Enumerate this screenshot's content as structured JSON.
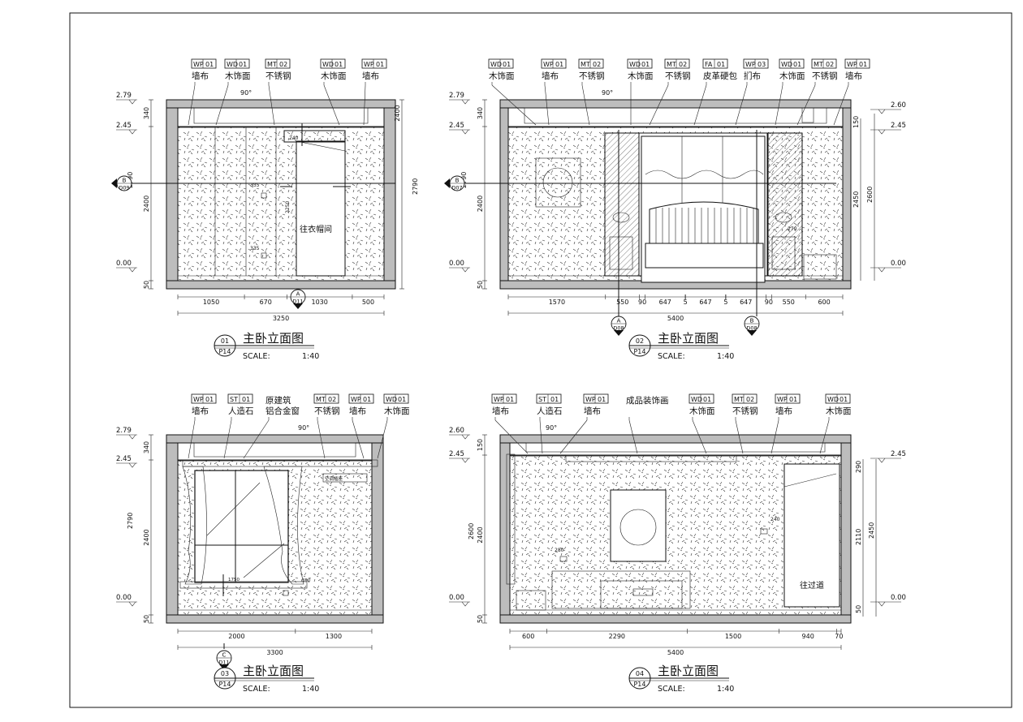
{
  "sheet": {
    "accent": "#111111",
    "wall_fill": "#bdbdbd"
  },
  "views": [
    {
      "id": "v1",
      "tags": [
        {
          "code": "WP",
          "num": "01",
          "label": "墙布"
        },
        {
          "code": "WD",
          "num": "01",
          "label": "木饰面"
        },
        {
          "code": "MT",
          "num": "02",
          "label": "不锈钢"
        },
        {
          "code": "WD",
          "num": "01",
          "label": "木饰面"
        },
        {
          "code": "WP",
          "num": "01",
          "label": "墙布"
        }
      ],
      "levels": [
        "2.79",
        "2.45",
        "0.00"
      ],
      "left_dims": [
        "340",
        "2400",
        "50"
      ],
      "inner_dims": [
        "2790"
      ],
      "right_dims": [
        "2400",
        "2790",
        "340",
        "50"
      ],
      "bottom_dims": [
        "1050",
        "670",
        "1030",
        "500"
      ],
      "total": "3250",
      "angle": "90°",
      "notes": [
        "往衣帽间",
        "2250",
        "240",
        "335",
        "335"
      ],
      "section_left": {
        "letter": "B",
        "sheet": "D09"
      },
      "section_bottom": {
        "letter": "A",
        "sheet": "D11"
      },
      "title": {
        "num": "01",
        "page": "P14",
        "name": "主卧立面图",
        "scale_label": "SCALE:",
        "scale": "1:40"
      }
    },
    {
      "id": "v2",
      "tags": [
        {
          "code": "WD",
          "num": "01",
          "label": "木饰面"
        },
        {
          "code": "WP",
          "num": "01",
          "label": "墙布"
        },
        {
          "code": "MT",
          "num": "02",
          "label": "不锈钢"
        },
        {
          "code": "WD",
          "num": "01",
          "label": "木饰面"
        },
        {
          "code": "MT",
          "num": "02",
          "label": "不锈钢"
        },
        {
          "code": "FA",
          "num": "01",
          "label": "皮革硬包"
        },
        {
          "code": "WP",
          "num": "03",
          "label": "扪布"
        },
        {
          "code": "WD",
          "num": "01",
          "label": "木饰面"
        },
        {
          "code": "MT",
          "num": "02",
          "label": "不锈钢"
        },
        {
          "code": "WP",
          "num": "01",
          "label": "墙布"
        }
      ],
      "levels": [
        "2.79",
        "2.45",
        "0.00"
      ],
      "right_levels": [
        "2.60",
        "2.45",
        "0.00"
      ],
      "left_dims": [
        "340",
        "2400",
        "50"
      ],
      "inner_dims": [
        "2790"
      ],
      "right_dims": [
        "150",
        "2450",
        "2600"
      ],
      "bottom_dims": [
        "1570",
        "550",
        "90",
        "647",
        "5",
        "647",
        "5",
        "647",
        "90",
        "550",
        "600"
      ],
      "total": "5400",
      "angle": "90°",
      "notes": [
        "270"
      ],
      "section_left": {
        "letter": "B",
        "sheet": "D07"
      },
      "section_bottom": [
        {
          "letter": "A",
          "sheet": "D08"
        },
        {
          "letter": "B",
          "sheet": "D08"
        }
      ],
      "title": {
        "num": "02",
        "page": "P14",
        "name": "主卧立面图",
        "scale_label": "SCALE:",
        "scale": "1:40"
      }
    },
    {
      "id": "v3",
      "tags": [
        {
          "code": "WP",
          "num": "01",
          "label": "墙布"
        },
        {
          "code": "ST",
          "num": "01",
          "label": "人造石"
        },
        {
          "code": "",
          "num": "",
          "label": "原建筑 铝合金窗"
        },
        {
          "code": "MT",
          "num": "02",
          "label": "不锈钢"
        },
        {
          "code": "WP",
          "num": "01",
          "label": "墙布"
        },
        {
          "code": "WD",
          "num": "01",
          "label": "木饰面"
        }
      ],
      "levels": [
        "2.79",
        "2.45",
        "0.00"
      ],
      "left_dims": [
        "340",
        "2790",
        "2400",
        "50"
      ],
      "bottom_dims": [
        "2000",
        "1300"
      ],
      "total": "3300",
      "angle": "90°",
      "notes": [
        "空调插座",
        "1750",
        "350"
      ],
      "section_bottom": {
        "letter": "C",
        "sheet": "D11"
      },
      "title": {
        "num": "03",
        "page": "P14",
        "name": "主卧立面图",
        "scale_label": "SCALE:",
        "scale": "1:40"
      }
    },
    {
      "id": "v4",
      "tags": [
        {
          "code": "WP",
          "num": "01",
          "label": "墙布"
        },
        {
          "code": "ST",
          "num": "01",
          "label": "人造石"
        },
        {
          "code": "WP",
          "num": "01",
          "label": "墙布"
        },
        {
          "code": "",
          "num": "",
          "label": "成品装饰画"
        },
        {
          "code": "WD",
          "num": "01",
          "label": "木饰面"
        },
        {
          "code": "MT",
          "num": "02",
          "label": "不锈钢"
        },
        {
          "code": "WP",
          "num": "01",
          "label": "墙布"
        },
        {
          "code": "WD",
          "num": "01",
          "label": "木饰面"
        }
      ],
      "levels": [
        "2.60",
        "2.45",
        "0.00"
      ],
      "right_levels": [
        "2.45",
        "0.00"
      ],
      "left_dims": [
        "150",
        "2600",
        "2400",
        "50"
      ],
      "right_dims": [
        "290",
        "2110",
        "2450",
        "50"
      ],
      "bottom_dims": [
        "600",
        "2290",
        "1500",
        "940",
        "70"
      ],
      "total": "5400",
      "angle": "90°",
      "notes": [
        "往过道",
        "240",
        "280"
      ],
      "title": {
        "num": "04",
        "page": "P14",
        "name": "主卧立面图",
        "scale_label": "SCALE:",
        "scale": "1:40"
      }
    }
  ]
}
